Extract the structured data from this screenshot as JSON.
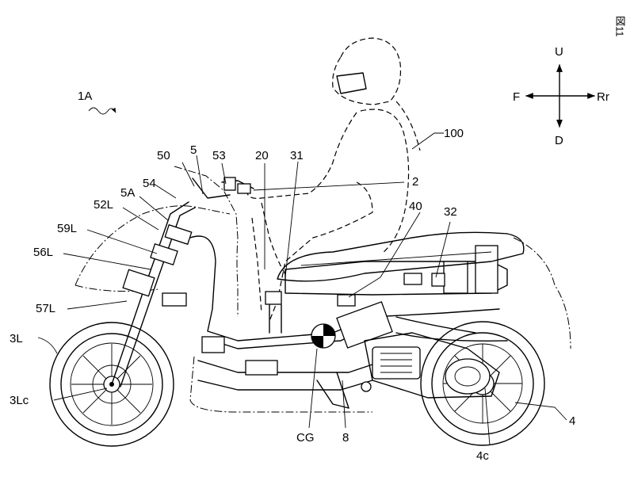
{
  "figure_label": "図11",
  "direction_indicator": {
    "up": "U",
    "down": "D",
    "front": "F",
    "rear": "Rr"
  },
  "labels": {
    "vehicle": "1A",
    "rider": "100",
    "l_50": "50",
    "l_5": "5",
    "l_53": "53",
    "l_20": "20",
    "l_31": "31",
    "l_2": "2",
    "l_54": "54",
    "l_5A": "5A",
    "l_52L": "52L",
    "l_40": "40",
    "l_32": "32",
    "l_59L": "59L",
    "l_56L": "56L",
    "l_57L": "57L",
    "l_3L": "3L",
    "l_3Lc": "3Lc",
    "l_CG": "CG",
    "l_8": "8",
    "l_4": "4",
    "l_4c": "4c"
  }
}
